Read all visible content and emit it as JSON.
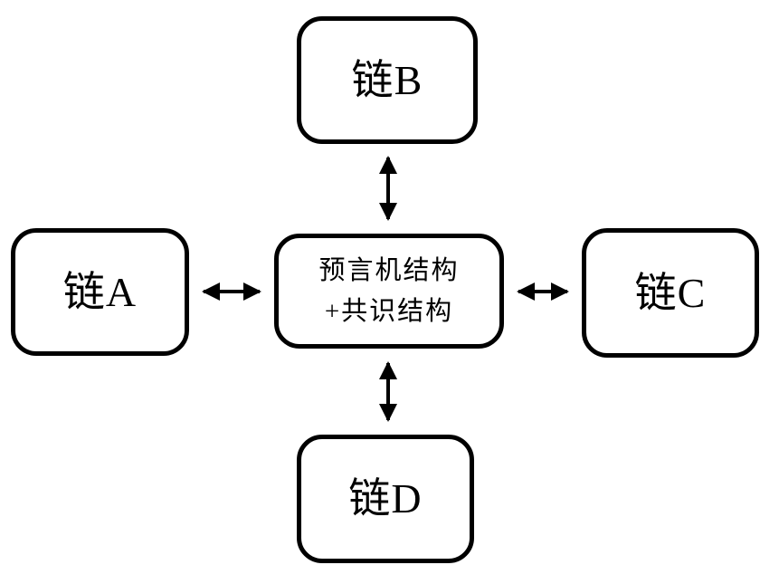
{
  "diagram": {
    "colors": {
      "background": "#ffffff",
      "stroke": "#000000",
      "text": "#000000"
    },
    "nodes": {
      "chain_a": {
        "label": "链A"
      },
      "chain_b": {
        "label": "链B"
      },
      "chain_c": {
        "label": "链C"
      },
      "chain_d": {
        "label": "链D"
      },
      "center": {
        "line1": "预言机结构",
        "line2": "+共识结构"
      }
    },
    "edges": [
      {
        "from": "center",
        "to": "chain_b",
        "type": "bidirectional-arrow"
      },
      {
        "from": "center",
        "to": "chain_a",
        "type": "bidirectional-arrow"
      },
      {
        "from": "center",
        "to": "chain_c",
        "type": "bidirectional-arrow"
      },
      {
        "from": "center",
        "to": "chain_d",
        "type": "bidirectional-arrow"
      }
    ]
  }
}
